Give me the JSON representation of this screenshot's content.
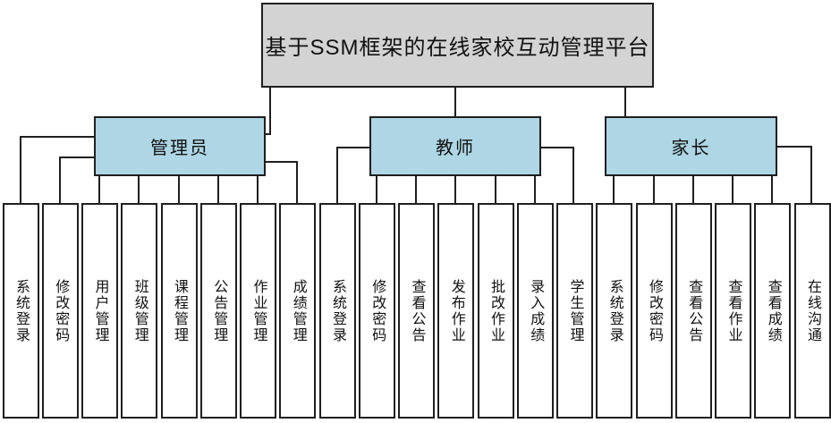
{
  "title": "基于SSM框架的在线家校互动管理平台",
  "roles": [
    {
      "label": "管理员",
      "children": [
        {
          "label": "系统登录"
        },
        {
          "label": "修改密码"
        },
        {
          "label": "用户管理"
        },
        {
          "label": "班级管理"
        },
        {
          "label": "课程管理"
        },
        {
          "label": "公告管理"
        },
        {
          "label": "作业管理"
        },
        {
          "label": "成绩管理"
        }
      ]
    },
    {
      "label": "教师",
      "children": [
        {
          "label": "系统登录"
        },
        {
          "label": "修改密码"
        },
        {
          "label": "查看公告"
        },
        {
          "label": "发布作业"
        },
        {
          "label": "批改作业"
        },
        {
          "label": "录入成绩"
        },
        {
          "label": "学生管理"
        }
      ]
    },
    {
      "label": "家长",
      "children": [
        {
          "label": "系统登录"
        },
        {
          "label": "修改密码"
        },
        {
          "label": "查看公告"
        },
        {
          "label": "查看作业"
        },
        {
          "label": "查看成绩"
        },
        {
          "label": "在线沟通"
        }
      ]
    }
  ],
  "colors": {
    "root_fill": "#d3d3d3",
    "role_fill": "#aed6e4",
    "leaf_fill": "#ffffff",
    "line": "#1f1f1f",
    "text": "#111111"
  }
}
